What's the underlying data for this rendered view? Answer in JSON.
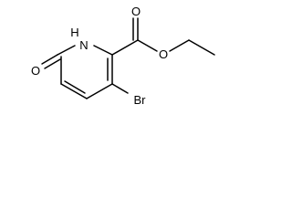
{
  "molecule": {
    "atoms": {
      "nh": "H",
      "n": "N",
      "o_ketone": "O",
      "o_carbonyl": "O",
      "o_ester": "O",
      "br": "Br"
    }
  }
}
